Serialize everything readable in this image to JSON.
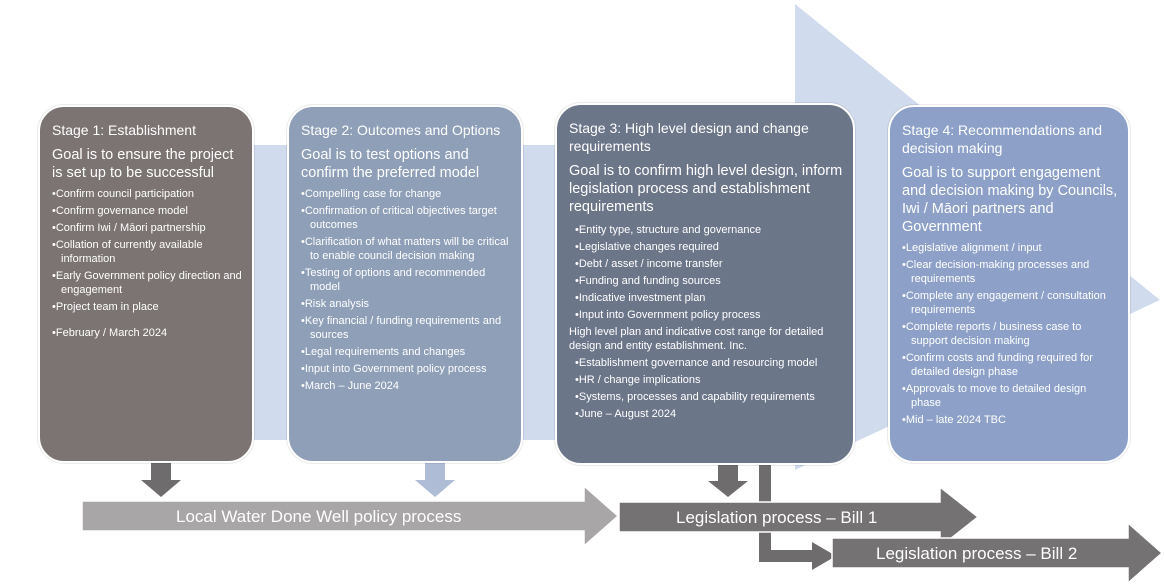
{
  "colors": {
    "stage1": "#7b7472",
    "stage2": "#8f9fb8",
    "stage3": "#6c7689",
    "stage4": "#8da1c8",
    "background_chevron": "#c9d5eb",
    "ldww_arrow": "#a8a6a6",
    "legislation_arrow": "#747272",
    "connector_grey": "#6e6c6c",
    "connector_blue": "#aebcd5"
  },
  "stages": [
    {
      "title": "Stage 1: Establishment",
      "goal": "Goal is to ensure the project is set up to be successful",
      "items": [
        "Confirm council participation",
        "Confirm governance model",
        "Confirm Iwi / Māori partnership",
        "Collation of currently available information",
        "Early Government policy direction and engagement",
        "Project team in place",
        "February / March 2024"
      ]
    },
    {
      "title": "Stage 2: Outcomes and Options",
      "goal": "Goal is to test options and confirm the preferred model",
      "items": [
        "Compelling case for change",
        "Confirmation of critical objectives target outcomes",
        "Clarification of what matters will be critical to enable council decision making",
        "Testing of options and recommended model",
        "Risk analysis",
        "Key financial / funding requirements and sources",
        "Legal requirements and changes",
        "Input into Government policy process",
        "March – June 2024"
      ]
    },
    {
      "title": "Stage 3: High level design and change requirements",
      "goal": "Goal is to confirm high level design, inform legislation process and establishment requirements",
      "items": [
        "Entity type, structure and governance",
        "Legislative changes required",
        "Debt / asset / income transfer",
        "Funding and funding sources",
        "Indicative investment plan",
        "Input into Government policy process"
      ],
      "plain_text": "High level plan and indicative cost range for detailed design and entity establishment. Inc.",
      "items_after": [
        "Establishment governance and resourcing model",
        "HR / change implications",
        "Systems, processes and capability requirements"
      ],
      "date": "June – August 2024"
    },
    {
      "title": "Stage 4: Recommendations and decision making",
      "goal": "Goal is to support engagement and decision making by Councils, Iwi / Māori partners and Government",
      "items": [
        "Legislative alignment / input",
        "Clear decision-making processes and requirements",
        "Complete any engagement / consultation requirements",
        "Complete reports / business case to support decision making",
        "Confirm costs and funding required for detailed design phase",
        "Approvals to move to detailed design phase",
        "Mid – late 2024 TBC"
      ]
    }
  ],
  "arrows": {
    "ldww": "Local Water Done Well policy process",
    "bill1": "Legislation process – Bill 1",
    "bill2": "Legislation process – Bill 2"
  }
}
